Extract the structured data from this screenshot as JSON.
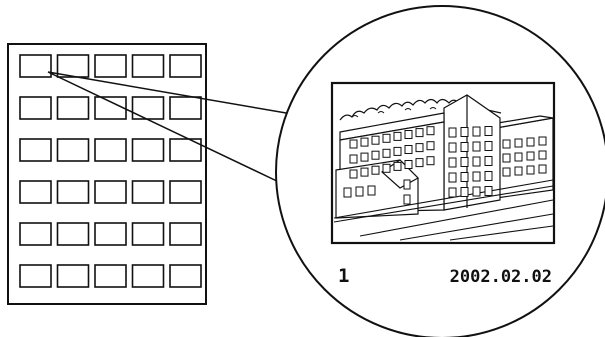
{
  "diagram": {
    "grid": {
      "rows": 6,
      "columns": 5
    },
    "magnified_thumbnail": {
      "image_number": "1",
      "date": "2002.02.02"
    }
  },
  "colors": {
    "stroke": "#111111",
    "background": "#ffffff"
  }
}
